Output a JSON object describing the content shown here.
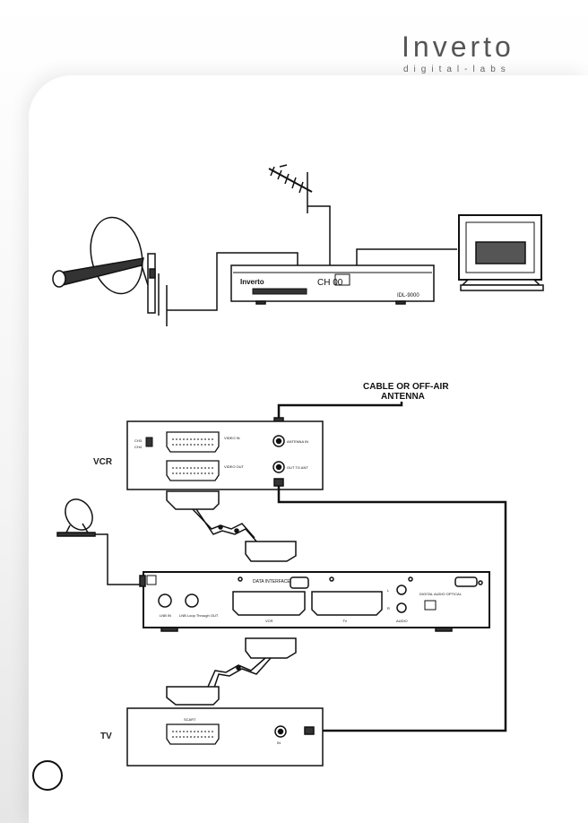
{
  "brand": {
    "name": "Inverto",
    "tagline": "digital-labs"
  },
  "top_diagram": {
    "receiver_brand": "Inverto",
    "receiver_display": "CH 00",
    "receiver_model": "IDL-9000"
  },
  "bottom_diagram": {
    "antenna_label_line1": "CABLE OR OFF-AIR",
    "antenna_label_line2": "ANTENNA",
    "vcr_label": "VCR",
    "tv_label": "TV",
    "vcr_ch_labels": [
      "CH3",
      "CH4"
    ],
    "vcr_video_in": "VIDEO IN",
    "vcr_video_out": "VIDEO OUT",
    "vcr_ant_in": "ANTENNA IN",
    "vcr_out_to_ant": "OUT TO ANT",
    "rear_data_interface": "DATA INTERFACE",
    "rear_lnb_in": "LNB IN",
    "rear_loop_through": "LNB Loop Through OUT",
    "rear_vcr": "VCR",
    "rear_tv": "TV",
    "rear_audio": "AUDIO",
    "rear_digital_audio": "DIGITAL AUDIO OPTICAL",
    "rear_audio_l": "L",
    "rear_audio_r": "R",
    "tv_scart": "SCART",
    "tv_in": "IN"
  },
  "page_number": ""
}
